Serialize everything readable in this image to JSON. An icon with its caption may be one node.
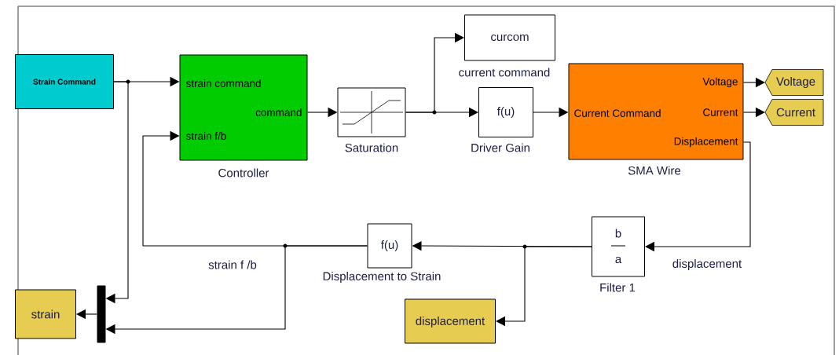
{
  "diagram": {
    "nodes": [
      {
        "text": [
          "Strain Command"
        ]
      },
      {
        "text": [
          "strain command",
          "command",
          "strain f/b",
          "Controller"
        ]
      },
      {
        "text": [
          "Saturation"
        ]
      },
      {
        "text": [
          "curcom",
          "current command"
        ]
      },
      {
        "text": [
          "f(u)",
          "Driver Gain"
        ]
      },
      {
        "text": [
          "Current Command",
          "Voltage",
          "Current",
          "Displacement",
          "SMA Wire"
        ]
      },
      {
        "text": [
          "Voltage"
        ]
      },
      {
        "text": [
          "Current"
        ]
      },
      {
        "text": [
          "b",
          "a",
          "Filter 1"
        ]
      },
      {
        "text": [
          "f(u)",
          "Displacement to Strain"
        ]
      },
      {
        "text": [
          "displacement"
        ]
      },
      {
        "text": [],
        "shape": "bar"
      },
      {
        "text": [
          "strain"
        ]
      }
    ],
    "edges": [
      {
        "from": 0,
        "to": 1,
        "arrow": "to"
      },
      {
        "from": 0,
        "to": 11,
        "arrow": "to"
      },
      {
        "from": 1,
        "to": 2,
        "arrow": "to"
      },
      {
        "from": 2,
        "to": 3,
        "arrow": "to"
      },
      {
        "from": 2,
        "to": 4,
        "arrow": "to"
      },
      {
        "from": 4,
        "to": 5,
        "arrow": "to"
      },
      {
        "from": 5,
        "to": 6,
        "arrow": "to"
      },
      {
        "from": 5,
        "to": 7,
        "arrow": "to"
      },
      {
        "from": 5,
        "to": 8,
        "arrow": "to",
        "label": "displacement"
      },
      {
        "from": 8,
        "to": 9,
        "arrow": "to"
      },
      {
        "from": 8,
        "to": 10,
        "arrow": "to"
      },
      {
        "from": 9,
        "to": 1,
        "arrow": "to",
        "label": "strain f /b"
      },
      {
        "from": 9,
        "to": 11,
        "arrow": "to"
      },
      {
        "from": 11,
        "to": 12,
        "arrow": "to"
      }
    ]
  }
}
